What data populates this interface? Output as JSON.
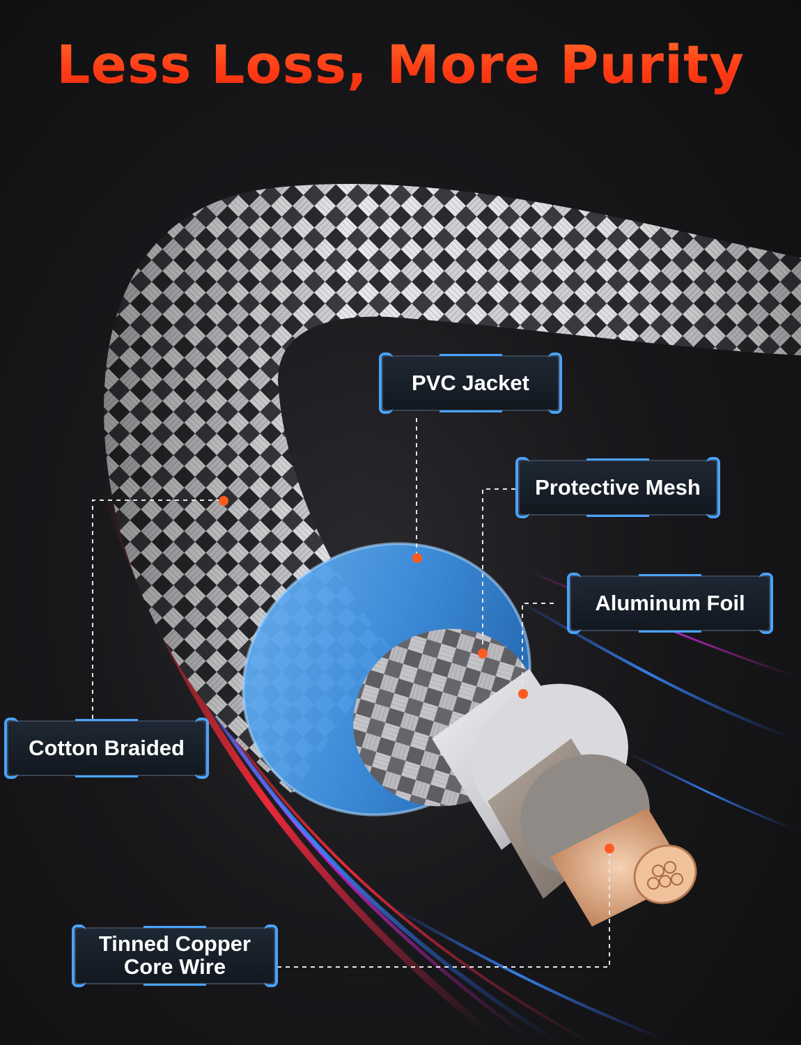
{
  "headline": "Less Loss, More Purity",
  "labels": {
    "pvc_jacket": "PVC Jacket",
    "protective_mesh": "Protective Mesh",
    "aluminum_foil": "Aluminum Foil",
    "cotton_braided": "Cotton Braided",
    "tinned_copper_line1": "Tinned Copper",
    "tinned_copper_line2": "Core Wire"
  },
  "colors": {
    "headline": "#ff4a1c",
    "label_border_accent": "#4aa3ff",
    "marker_dot": "#ff5a1f",
    "pvc_jacket": "#3d8fe0",
    "copper": "#d9a27a"
  }
}
